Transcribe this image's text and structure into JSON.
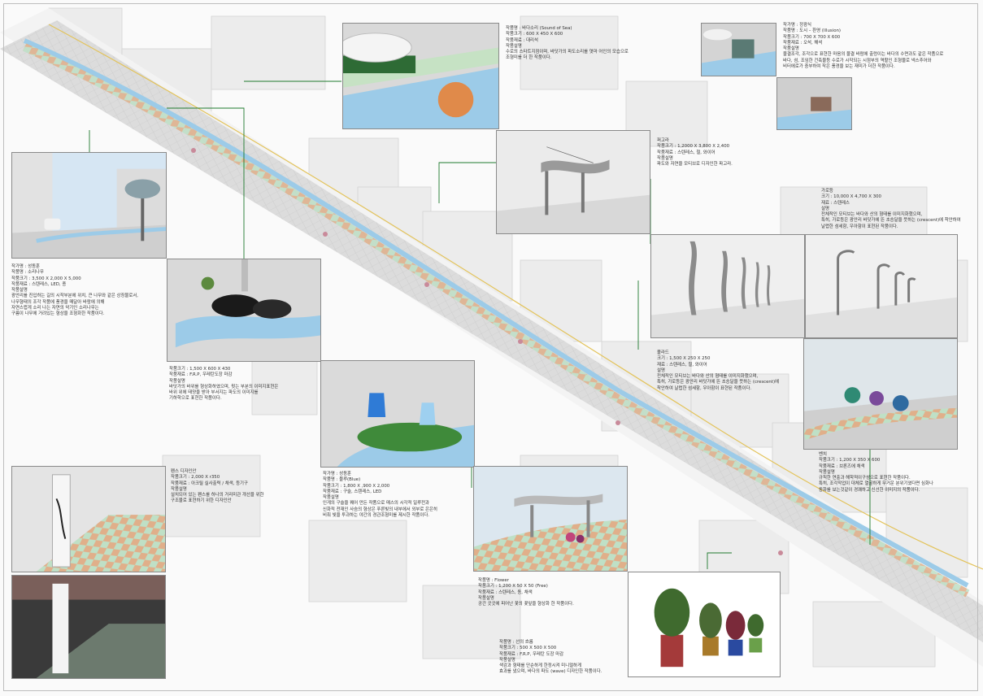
{
  "captions": {
    "sound_of_sea": [
      "작품명 : 바다소리 (Sound of Sea)",
      "작품크기 : 600 X 450 X 600",
      "작품재료 : 대리석",
      "작품설명",
      "수로의 스타트지점이며, 바닷가의 파도소리를 엿마 어인의 모습으로",
      "조형미를 더 한 작품이다."
    ],
    "illusion": [
      "작가명 : 정광식",
      "작품명 : 도시 – 환영 (Illusion)",
      "작품크기 : 700 X 700 X 600",
      "작품재료 : 오석, 해석",
      "작품설명",
      "물결조각, 조각으로 표현한 마음의 물결  바람에 출렁이는 바다의 수면과도 같은 작품으로",
      "바다, 섬, 조임한 건축물등 수로가 시작되는 시점부의 역할인 조형물로 넥스추어와",
      "비터에로가 중부하여 작은 풍경을 보는 재미가 더한 작품이다."
    ],
    "pergola": [
      "퍼고라",
      "작품크기 : 1,2000 X 3,800 X 2,400",
      "작품재료 : 스텐레스, 철, 와이어",
      "작품설명",
      "파도와 자연을 모티브로 디자인한 파고라."
    ],
    "streetlight": [
      "가로등",
      "크기 : 10,000 X 4,700 X 300",
      "재료 : 스텐레스",
      "설명",
      "전체적인 모티브는 바다와 산의 형태를 이미지화했으며,",
      "특히, 가로등은 광안리 바닷가에 뜬 초승달을 뜻하는 (crescent)에 착안하여",
      "날렵한 섬세함, 우아함이 표현된 작품이다."
    ],
    "bollard": [
      "볼라드",
      "크기 : 1,500 X 250 X 250",
      "재료 : 스텐레스, 철, 와이어",
      "설명",
      "전체적인 모티브는 바다와 산의 형태를 이미지화했으며,",
      "특히, 가로등은 광안리 바닷가에 뜬 초승달을 뜻하는 (crescent)에",
      "착안하여 날렵한 섬세함, 우아함이 표현된 작품이다."
    ],
    "sound_tree": [
      "작가명 : 성동훈",
      "작품명 : 소리나무",
      "작품크기 : 3,500 X 2,000 X 5,000",
      "작품재료 : 스텐레스, LED, 종",
      "작품설명",
      "광안리를 진입하는 길의 시작부분에 위치, 큰 나무와 같은 상징물로서,",
      "나무형태의 조각 작품에 풍경을 매달아 바람에 의해",
      "자연스럽게 소리 나는 자연의 악기인 소리나무는",
      "구름이 나무에 거려있는 형상을 조형화한 작품이다."
    ],
    "rock": [
      "작품크기 : 1,500 X 600 X 430",
      "작품재료 : F.R.P, 우레탄도장 마감",
      "작품설명",
      "바닷가의 바위를 형상화하였으며, 윗는 부분의 이미지표현은",
      "바위 위에 태양을 받아 부서지는 파도의 이미지를",
      "기하학으로 표현한 작품이다."
    ],
    "blue": [
      "작가명 : 성동훈",
      "작품명 : 블루(Blue)",
      "작품크기 : 1,800 X ,900 X 2,000",
      "작품재료 : 구슬, 스텐레스, LED",
      "작품설명",
      "인게의 구슬을 꿰어 만든 작품으로 매스의 시각적 일루전과",
      "신화적 전재인 사슴의 형상은 푸른빛의 내부에서 외부로 은은히",
      "비춰 빛을 투과하는 야간의 경관조형미를 제시한 작품이다."
    ],
    "fence": [
      "펜스 디자인안",
      "작품크기 : 2,000 X r350",
      "작품재료 : 아크릴 실사출력 / 채색, 등기구",
      "작품설명",
      "설치되어 있는 펜스를 하나의 거리미관 개선을 위한",
      "구조물로 표현하기 위한 디자인안"
    ],
    "bench": [
      "벤치",
      "작품크기 : 1,200 X 350 X 600",
      "작품재료 : 브론즈에 채색",
      "작품설명",
      "규칙한 연출과 해학적이구성으로 표현한 작품이다.",
      "특히, 조각작업이 대체로 열굴하게 무거운 분위기였다면 심화나",
      "동화를 보는것같이 경쾌하고 신선한  이미지의 작품이다."
    ],
    "flower": [
      "작품명 : Flower",
      "작품크기 : 1,200 X 50 X 50 (Free)",
      "작품재료 : 스텐레스, 동, 채색",
      "작품설명",
      "공간 곳곳에 피어난 꽃의 꽃잎을 형상화 한 작품이다."
    ],
    "planter": [
      "작품명 : 선의 흐름",
      "작품크기 : 500 X 500 X 500",
      "작품재료 : F.R.P, 우레탄 도장 마감",
      "작품설명",
      "색감과 형태를 단순하게 한정시켜 미니멀하게",
      "효과를 냈으며, 바다의 파도 (wave) 디자인한 작품이다."
    ]
  },
  "colors": {
    "leader_line": "#1f7a2e",
    "water": "#7fb8dc",
    "tile_orange": "#e8a27a",
    "tile_green": "#9cc9a0",
    "building": "#ececec"
  },
  "icons": [
    "tree-sculpture-icon",
    "deer-sculpture-icon",
    "streetlight-icon",
    "pergola-icon",
    "bollard-icon",
    "planter-icon"
  ]
}
